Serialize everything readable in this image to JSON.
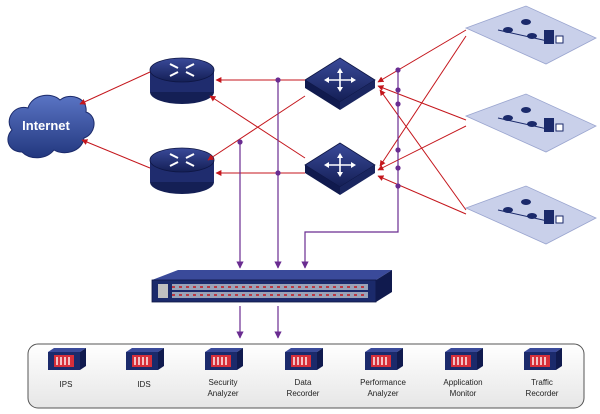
{
  "cloud": {
    "label": "Internet"
  },
  "tools": [
    {
      "label": "IPS"
    },
    {
      "label": "IDS"
    },
    {
      "label": "Security\nAnalyzer"
    },
    {
      "label": "Data\nRecorder"
    },
    {
      "label": "Performance\nAnalyzer"
    },
    {
      "label": "Application\nMonitor"
    },
    {
      "label": "Traffic\nRecorder"
    }
  ],
  "colors": {
    "accent_red": "#c4161c",
    "tap_purple": "#6a2c91",
    "device_navy": "#1b2a6b",
    "cloud_blue": "#2f4a9a",
    "network_pad": "#c9d0ea",
    "tool_red": "#d62f3a"
  },
  "icons": {
    "router": "router-icon",
    "switch": "switch-icon",
    "network_packet_broker": "packet-broker-icon",
    "workgroup": "lan-segment-icon",
    "tool": "monitoring-tool-icon"
  }
}
